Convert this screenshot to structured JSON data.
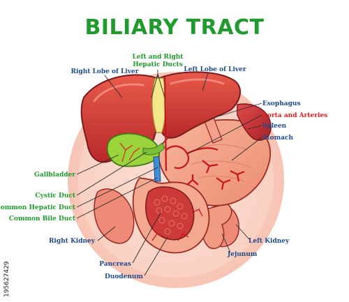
{
  "title": "BILIARY TRACT",
  "labels": {
    "hepatic_ducts_line1": "Left and Right",
    "hepatic_ducts_line2": "Hepatic Ducts",
    "right_lobe": "Right Lobe of Liver",
    "left_lobe": "Left Lobe of Liver",
    "esophagus": "Esophagus",
    "aorta": "Aorta and Arteries",
    "spleen": "Spleen",
    "stomach": "Stomach",
    "gallbladder": "Gallbladder",
    "cystic_duct": "Cystic Duct",
    "common_hepatic_duct": "Common Hepatic Duct",
    "common_bile_duct": "Common Bile Duct",
    "right_kidney": "Right Kidney",
    "pancreas": "Pancreas",
    "duodenum": "Duodenum",
    "jejunum": "Jejunum",
    "left_kidney": "Left Kidney"
  },
  "stock_id": "195627429",
  "colors": {
    "title": "#1f9a2c",
    "label_default": "#1f4a8c",
    "label_green": "#1f9a2c",
    "label_red": "#e32222"
  }
}
